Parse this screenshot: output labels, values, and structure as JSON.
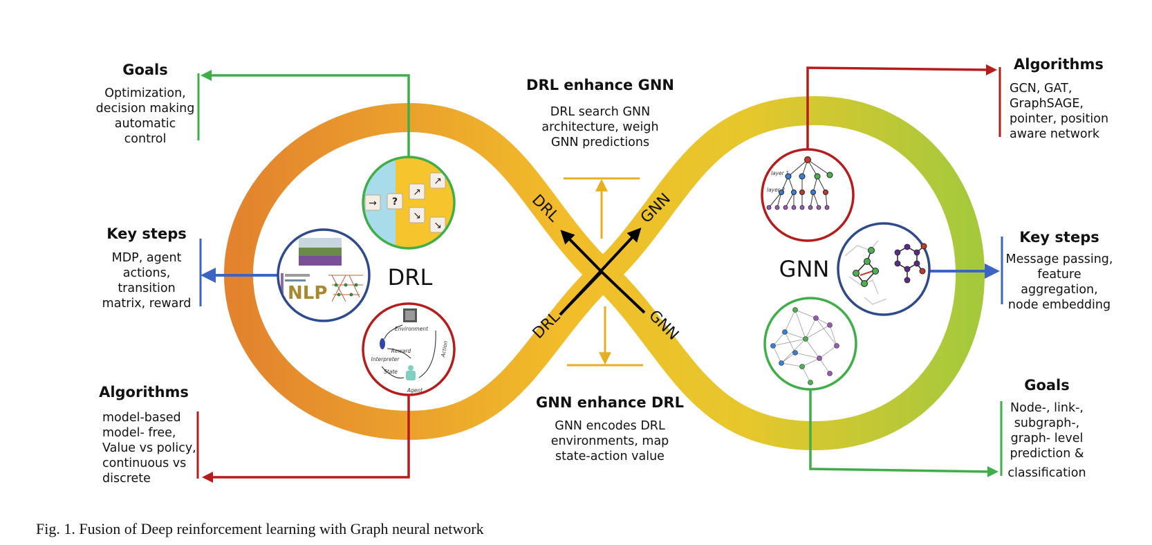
{
  "drl": {
    "label": "DRL",
    "goals": {
      "title": "Goals",
      "lines": [
        "Optimization,",
        "decision making",
        "automatic",
        "control"
      ]
    },
    "key_steps": {
      "title": "Key steps",
      "lines": [
        "MDP, agent",
        "actions,",
        "transition",
        "matrix, reward"
      ]
    },
    "algorithms": {
      "title": "Algorithms",
      "lines": [
        "model-based",
        "model- free,",
        "Value vs policy,",
        "continuous vs",
        "discrete"
      ]
    },
    "env_labels": {
      "environment": "Environment",
      "reward": "Reward",
      "interpreter": "Interpreter",
      "state": "State",
      "agent": "Agent",
      "action": "Action"
    },
    "nlp_label": "NLP"
  },
  "gnn": {
    "label": "GNN",
    "algorithms": {
      "title": "Algorithms",
      "lines": [
        "GCN, GAT,",
        "GraphSAGE,",
        "pointer, position",
        "aware network"
      ]
    },
    "key_steps": {
      "title": "Key steps",
      "lines": [
        "Message passing,",
        "feature",
        "aggregation,",
        "node embedding"
      ]
    },
    "goals": {
      "title": "Goals",
      "lines": [
        "Node-, link-,",
        "subgraph-,",
        "graph- level",
        "prediction &",
        "classification"
      ]
    },
    "tree_labels": {
      "layer1": "layer 1",
      "layer2": "layer 2"
    }
  },
  "center": {
    "top": {
      "title": "DRL enhance GNN",
      "lines": [
        "DRL search GNN",
        "architecture, weigh",
        "GNN predictions"
      ]
    },
    "bottom": {
      "title": "GNN enhance DRL",
      "lines": [
        "GNN encodes DRL",
        "environments, map",
        "state-action value"
      ]
    },
    "arrow_labels": {
      "upper_left": "DRL",
      "upper_right": "GNN",
      "lower_left": "DRL",
      "lower_right": "GNN"
    }
  },
  "colors": {
    "loop_left": "#e3832e",
    "loop_mid": "#f2bd2a",
    "loop_right": "#a6c93c",
    "green": "#3fae49",
    "blue": "#3b65c4",
    "red": "#b71c1c",
    "gold": "#e7ae22",
    "navy": "#2e4a8c"
  },
  "caption": "Fig. 1.  Fusion of Deep reinforcement learning with Graph neural network"
}
